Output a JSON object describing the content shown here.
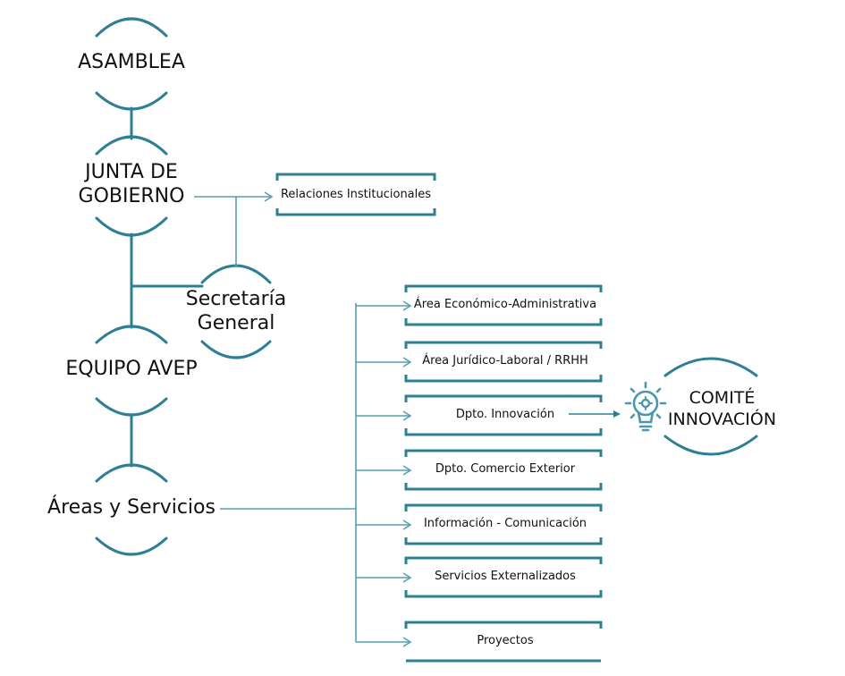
{
  "colors": {
    "primary": "#2e7f94",
    "connector": "#5a9db0",
    "text": "#111111"
  },
  "hierarchy": {
    "asamblea": {
      "label": "ASAMBLEA"
    },
    "junta": {
      "label_line1": "JUNTA DE",
      "label_line2": "GOBIERNO"
    },
    "secretaria": {
      "label_line1": "Secretaría",
      "label_line2": "General"
    },
    "equipo": {
      "label": "EQUIPO AVEP"
    },
    "areas": {
      "label": "Áreas y Servicios"
    }
  },
  "relaciones": {
    "label": "Relaciones Institucionales"
  },
  "departments": [
    {
      "label": "Área Económico-Administrativa"
    },
    {
      "label": "Área Jurídico-Laboral / RRHH"
    },
    {
      "label": "Dpto. Innovación"
    },
    {
      "label": "Dpto. Comercio Exterior"
    },
    {
      "label": "Información - Comunicación"
    },
    {
      "label": "Servicios Externalizados"
    },
    {
      "label": "Proyectos"
    }
  ],
  "comite": {
    "label_line1": "COMITÉ",
    "label_line2": "INNOVACIÓN",
    "icon": "lightbulb-gear-icon"
  }
}
